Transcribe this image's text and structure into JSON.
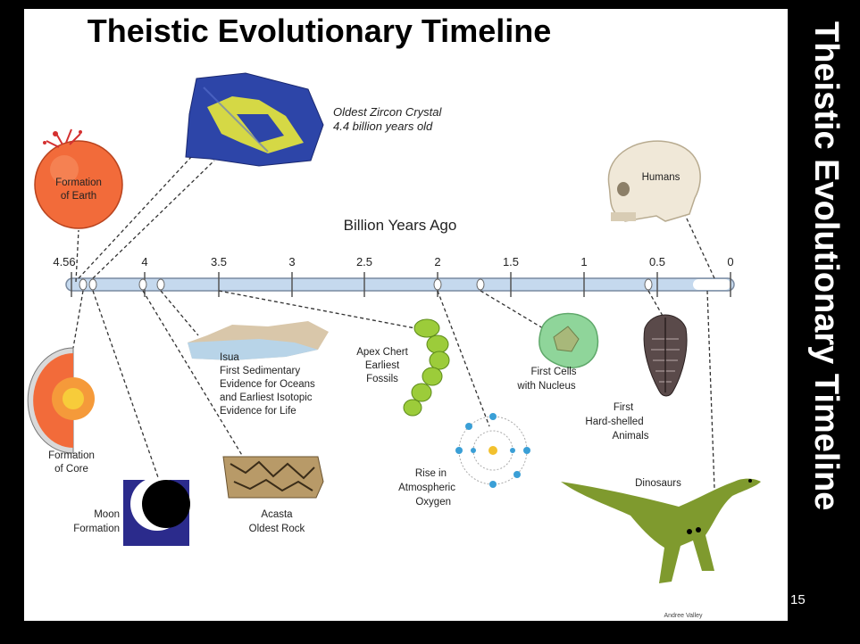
{
  "title": "Theistic Evolutionary Timeline",
  "side_title": "Theistic Evolutionary Timeline",
  "page_number": "15",
  "axis_label": "Billion Years Ago",
  "ticks": [
    "4.56",
    "4",
    "3.5",
    "3",
    "2.5",
    "2",
    "1.5",
    "1",
    "0.5",
    "0"
  ],
  "credit": "Andree Valley",
  "events": {
    "zircon": [
      "Oldest Zircon Crystal",
      "4.4 billion years old"
    ],
    "earth": [
      "Formation",
      "of Earth"
    ],
    "humans": [
      "Humans"
    ],
    "core": [
      "Formation",
      "of Core"
    ],
    "moon": [
      "Moon",
      "Formation"
    ],
    "isua": [
      "Isua",
      "First Sedimentary",
      "Evidence for Oceans",
      "and Earliest Isotopic",
      "Evidence for Life"
    ],
    "acasta": [
      "Acasta",
      "Oldest Rock"
    ],
    "apex": [
      "Apex Chert",
      "Earliest",
      "Fossils"
    ],
    "oxygen": [
      "Rise in",
      "Atmospheric",
      "Oxygen"
    ],
    "cells": [
      "First Cells",
      "with Nucleus"
    ],
    "hardshell": [
      "First",
      "Hard-shelled",
      "Animals"
    ],
    "dinosaurs": [
      "Dinosaurs"
    ]
  },
  "colors": {
    "background": "#000000",
    "panel": "#ffffff",
    "timeline_bar": "#c5d9ee",
    "earth": "#f26b3a",
    "zircon": "#2d45a8",
    "zircon_highlight": "#e8e83a",
    "fossil_green": "#9ccc3a",
    "cell_green": "#8fd59a",
    "dinosaur": "#7f9a2e",
    "skull": "#f0e8d8"
  }
}
